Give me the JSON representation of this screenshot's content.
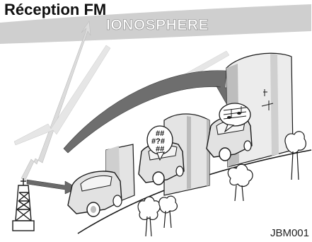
{
  "title": "Réception FM",
  "ionosphere_label": "IONOSPHERE",
  "reference_code": "JBM001",
  "colors": {
    "sky_band": "#c8c8c8",
    "building_light": "#e2e2e2",
    "building_dark": "#b4b4b4",
    "signal_ray": "#d8d8d8",
    "signal_arrow_dark": "#6a6a6a",
    "outline": "#1a1a1a"
  },
  "icons": {
    "transmitter": "radio-tower-icon",
    "clear_reception": "music-note-bubble",
    "garbled_reception": "noise-symbol-bubble"
  },
  "noise_bubble_glyphs": [
    "##",
    "#?#",
    "##"
  ]
}
